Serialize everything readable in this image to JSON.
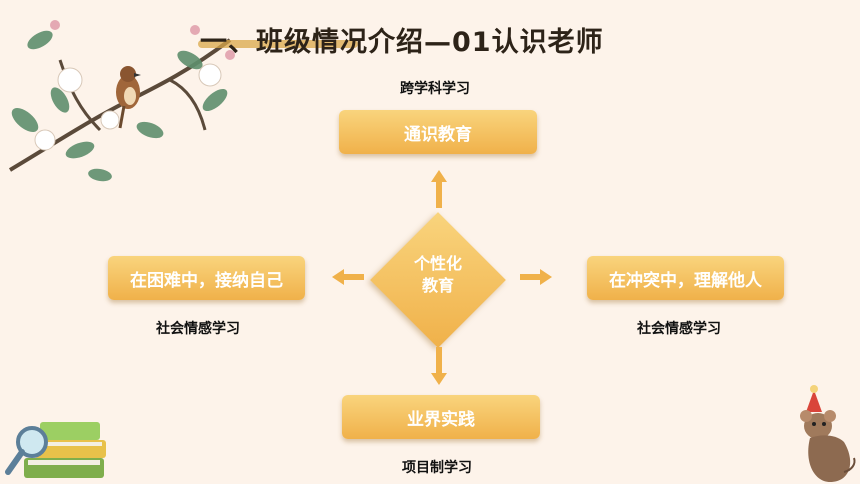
{
  "title": "一、班级情况介绍—01认识老师",
  "center": {
    "line1": "个性化",
    "line2": "教育"
  },
  "top": {
    "label": "通识教育",
    "caption": "跨学科学习"
  },
  "left": {
    "label": "在困难中，接纳自己",
    "caption": "社会情感学习"
  },
  "right": {
    "label": "在冲突中，理解他人",
    "caption": "社会情感学习"
  },
  "bottom": {
    "label": "业界实践",
    "caption": "项目制学习"
  },
  "colors": {
    "box": "#f0b14a",
    "background": "#fdf3ea",
    "text": "#ffffff"
  },
  "icons": [
    "flower-branch-bird-illustration",
    "books-magnifier-illustration",
    "mouse-party-hat-illustration"
  ]
}
